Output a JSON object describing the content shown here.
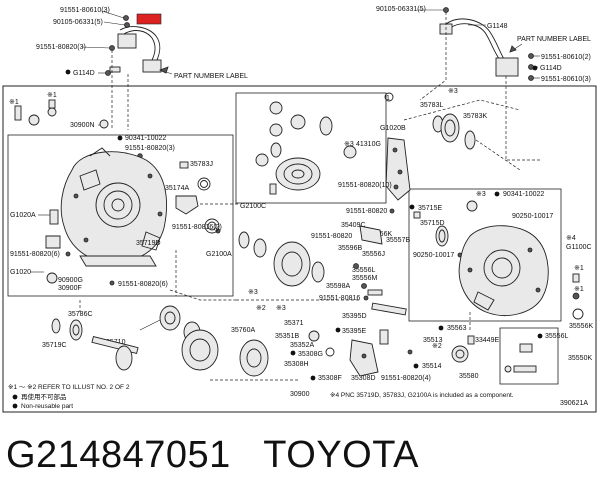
{
  "diagram": {
    "labels": {
      "l_91551_80610_3_a": "91551-80610(3)",
      "l_90105_06331_5_a": "90105-06331(5)",
      "l_91551_80820_3_a": "91551-80820(3)",
      "l_g114d_a": "G114D",
      "l_part_number_label_a": "PART NUMBER LABEL",
      "l_90105_06331_5_b": "90105-06331(5)",
      "l_g1148": "G1148",
      "l_part_number_label_b": "PART NUMBER LABEL",
      "l_91551_80610_2": "91551-80610(2)",
      "l_g114d_b": "G114D",
      "l_91551_80610_3_b": "91551-80610(3)",
      "l_30900n": "30900N",
      "l_90341_10022_a": "90341-10022",
      "l_91551_80820_3_b": "91551-80820(3)",
      "l_35783j": "35783J",
      "l_35174a": "35174A",
      "l_g1020a": "G1020A",
      "l_91551_80820_6_a": "91551-80820(6)",
      "l_g1020": "G1020",
      "l_90900g": "90900G",
      "l_30900f": "30900F",
      "l_91551_80820_6_b": "91551-80820(6)",
      "l_91551_80816_2": "91551-80816(2)",
      "l_35719d": "35719D",
      "l_g2100a": "G2100A",
      "l_g2100c": "G2100C",
      "l_35783l": "35783L",
      "l_35783k": "35783K",
      "l_g1020b": "G1020B",
      "l_41310g": "41310G",
      "l_91551_80820_10": "91551-80820(10)",
      "l_91551_80820_a": "91551-80820",
      "l_35715e": "35715E",
      "l_35715d": "35715D",
      "l_90341_10022_b": "90341-10022",
      "l_90250_10017_a": "90250-10017",
      "l_90250_10017_b": "90250-10017",
      "l_g1100c": "G1100C",
      "l_35409c": "35409C",
      "l_91551_80820_b": "91551-80820",
      "l_35556k": "35556K",
      "l_35556j": "35556J",
      "l_35556l": "35556L",
      "l_35557b": "35557B",
      "l_35596b": "35596B",
      "l_35556m": "35556M",
      "l_35598a": "35598A",
      "l_91551_80816": "91551-80816",
      "l_35395d": "35395D",
      "l_35371": "35371",
      "l_35395e": "35395E",
      "l_35351b": "35351B",
      "l_35352a": "35352A",
      "l_35308g": "35308G",
      "l_35308h": "35308H",
      "l_35308f": "35308F",
      "l_35308d": "35308D",
      "l_91551_80820_4": "91551-80820(4)",
      "l_35563": "35563",
      "l_35513": "35513",
      "l_33449e": "33449E",
      "l_35514": "35514",
      "l_35580": "35580",
      "l_35556k_r": "35556K",
      "l_35556l_r": "35556L",
      "l_35550k": "35550K",
      "l_35786c": "35786C",
      "l_35719c": "35719C",
      "l_35710": "35710",
      "l_35760a": "35760A",
      "l_30900": "30900",
      "l_note_star4": "※4 PNC 35719D, 35783J, G2100A is included as a component.",
      "l_note_star1_2": "※1 〜 ※2  REFER TO ILLUST NO. 2 OF 2",
      "l_note_reuse": "再使用不可部品",
      "l_note_nonreuse": "Non-reusable part",
      "l_illust_code": "390621A",
      "l_star1_a": "※1",
      "l_star1_b": "※1",
      "l_star3_a": "※3",
      "l_star3_b": "※3",
      "l_star3_c": "※3",
      "l_star3_d": "※3",
      "l_star3_e": "※3",
      "l_star4": "※4",
      "l_star1_c": "※1",
      "l_star1_d": "※1",
      "l_star2_a": "※2",
      "l_star2_b": "※2"
    }
  },
  "caption": "G214847051   TOYOTA"
}
